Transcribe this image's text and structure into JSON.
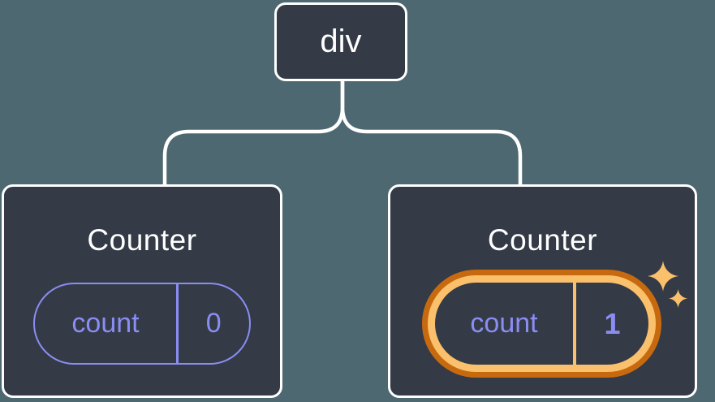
{
  "diagram": {
    "description": "React component tree with state",
    "root": {
      "label": "div"
    },
    "left_counter": {
      "title": "Counter",
      "state_key": "count",
      "state_value": "0",
      "highlighted": false
    },
    "right_counter": {
      "title": "Counter",
      "state_key": "count",
      "state_value": "1",
      "highlighted": true
    }
  },
  "colors": {
    "background": "#4D6871",
    "node_fill": "#343A46",
    "node_border": "#FFFFFF",
    "connector": "#FFFFFF",
    "state_accent": "#8A8DF2",
    "highlight_ring_outer": "#C76A0F",
    "highlight_ring_inner": "#FAC06C",
    "sparkle": "#FAC06C"
  },
  "icons": {
    "sparkle_large": "sparkle-icon",
    "sparkle_small": "sparkle-icon"
  }
}
